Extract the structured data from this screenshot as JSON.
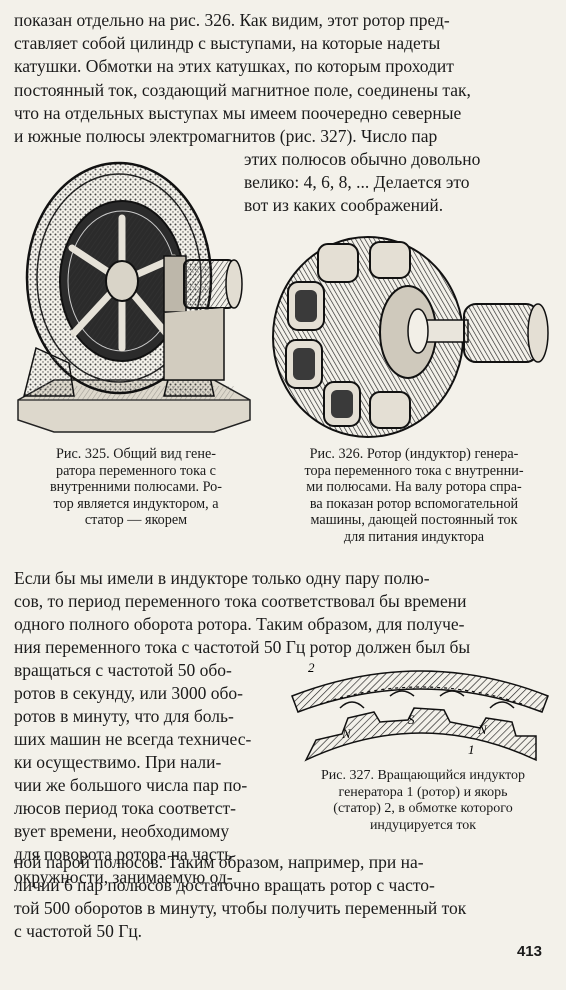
{
  "top_lines": [
    "показан отдельно на рис. 326. Как видим, этот ротор пред-",
    "ставляет собой цилиндр с выступами, на которые надеты",
    "катушки. Обмотки на этих катушках, по которым проходит",
    "постоянный ток, создающий магнитное поле, соединены так,",
    "что на отдельных выступах мы имеем поочередно северные",
    "и южные полюсы электромагнитов (рис. 327). Число пар"
  ],
  "right_lines": [
    "этих полюсов обычно довольно",
    "велико: 4, 6, 8, ... Делается это",
    "вот из каких соображений."
  ],
  "fig325": {
    "caption_lines": [
      "Рис. 325. Общий вид гене-",
      "ратора переменного тока с",
      "внутренними полюсами. Ро-",
      "тор является индуктором, а",
      "статор — якорем"
    ]
  },
  "fig326": {
    "caption_lines": [
      "Рис. 326. Ротор (индуктор) генера-",
      "тора переменного тока с внутренни-",
      "ми полюсами. На валу ротора спра-",
      "ва показан ротор вспомогательной",
      "машины, дающей постоянный ток",
      "для питания индуктора"
    ]
  },
  "para_lines": [
    "Если бы мы имели в индукторе только одну пару полю-",
    "сов, то период переменного тока соответствовал бы времени",
    "одного полного оборота ротора. Таким образом, для получе-",
    "ния переменного тока с частотой 50 Гц ротор должен был бы"
  ],
  "left_lines": [
    "вращаться с частотой 50 обо-",
    "ротов в секунду, или 3000 обо-",
    "ротов в минуту, что для боль-",
    "ших машин не всегда техничес-",
    "ки осуществимо. При нали-",
    "чии же большого числа пар по-",
    "люсов период тока соответст-",
    "вует времени, необходимому",
    "для поворота ротора на часть",
    "окружности, занимаемую од-"
  ],
  "fig327": {
    "label_2": "2",
    "label_1": "1",
    "pole_labels": [
      "N",
      "S",
      "N"
    ],
    "caption_lines": [
      "Рис. 327. Вращающийся индуктор",
      "генератора 1 (ротор) и якорь",
      "(статор) 2, в обмотке которого",
      "индуцируется ток"
    ]
  },
  "bottom_lines": [
    "ной парой полюсов. Таким образом, например, при на-",
    "личии 6 пар полюсов достаточно вращать ротор с часто-",
    "той 500 оборотов в минуту, чтобы получить переменный ток",
    "с частотой 50 Гц."
  ],
  "page_number": "413"
}
